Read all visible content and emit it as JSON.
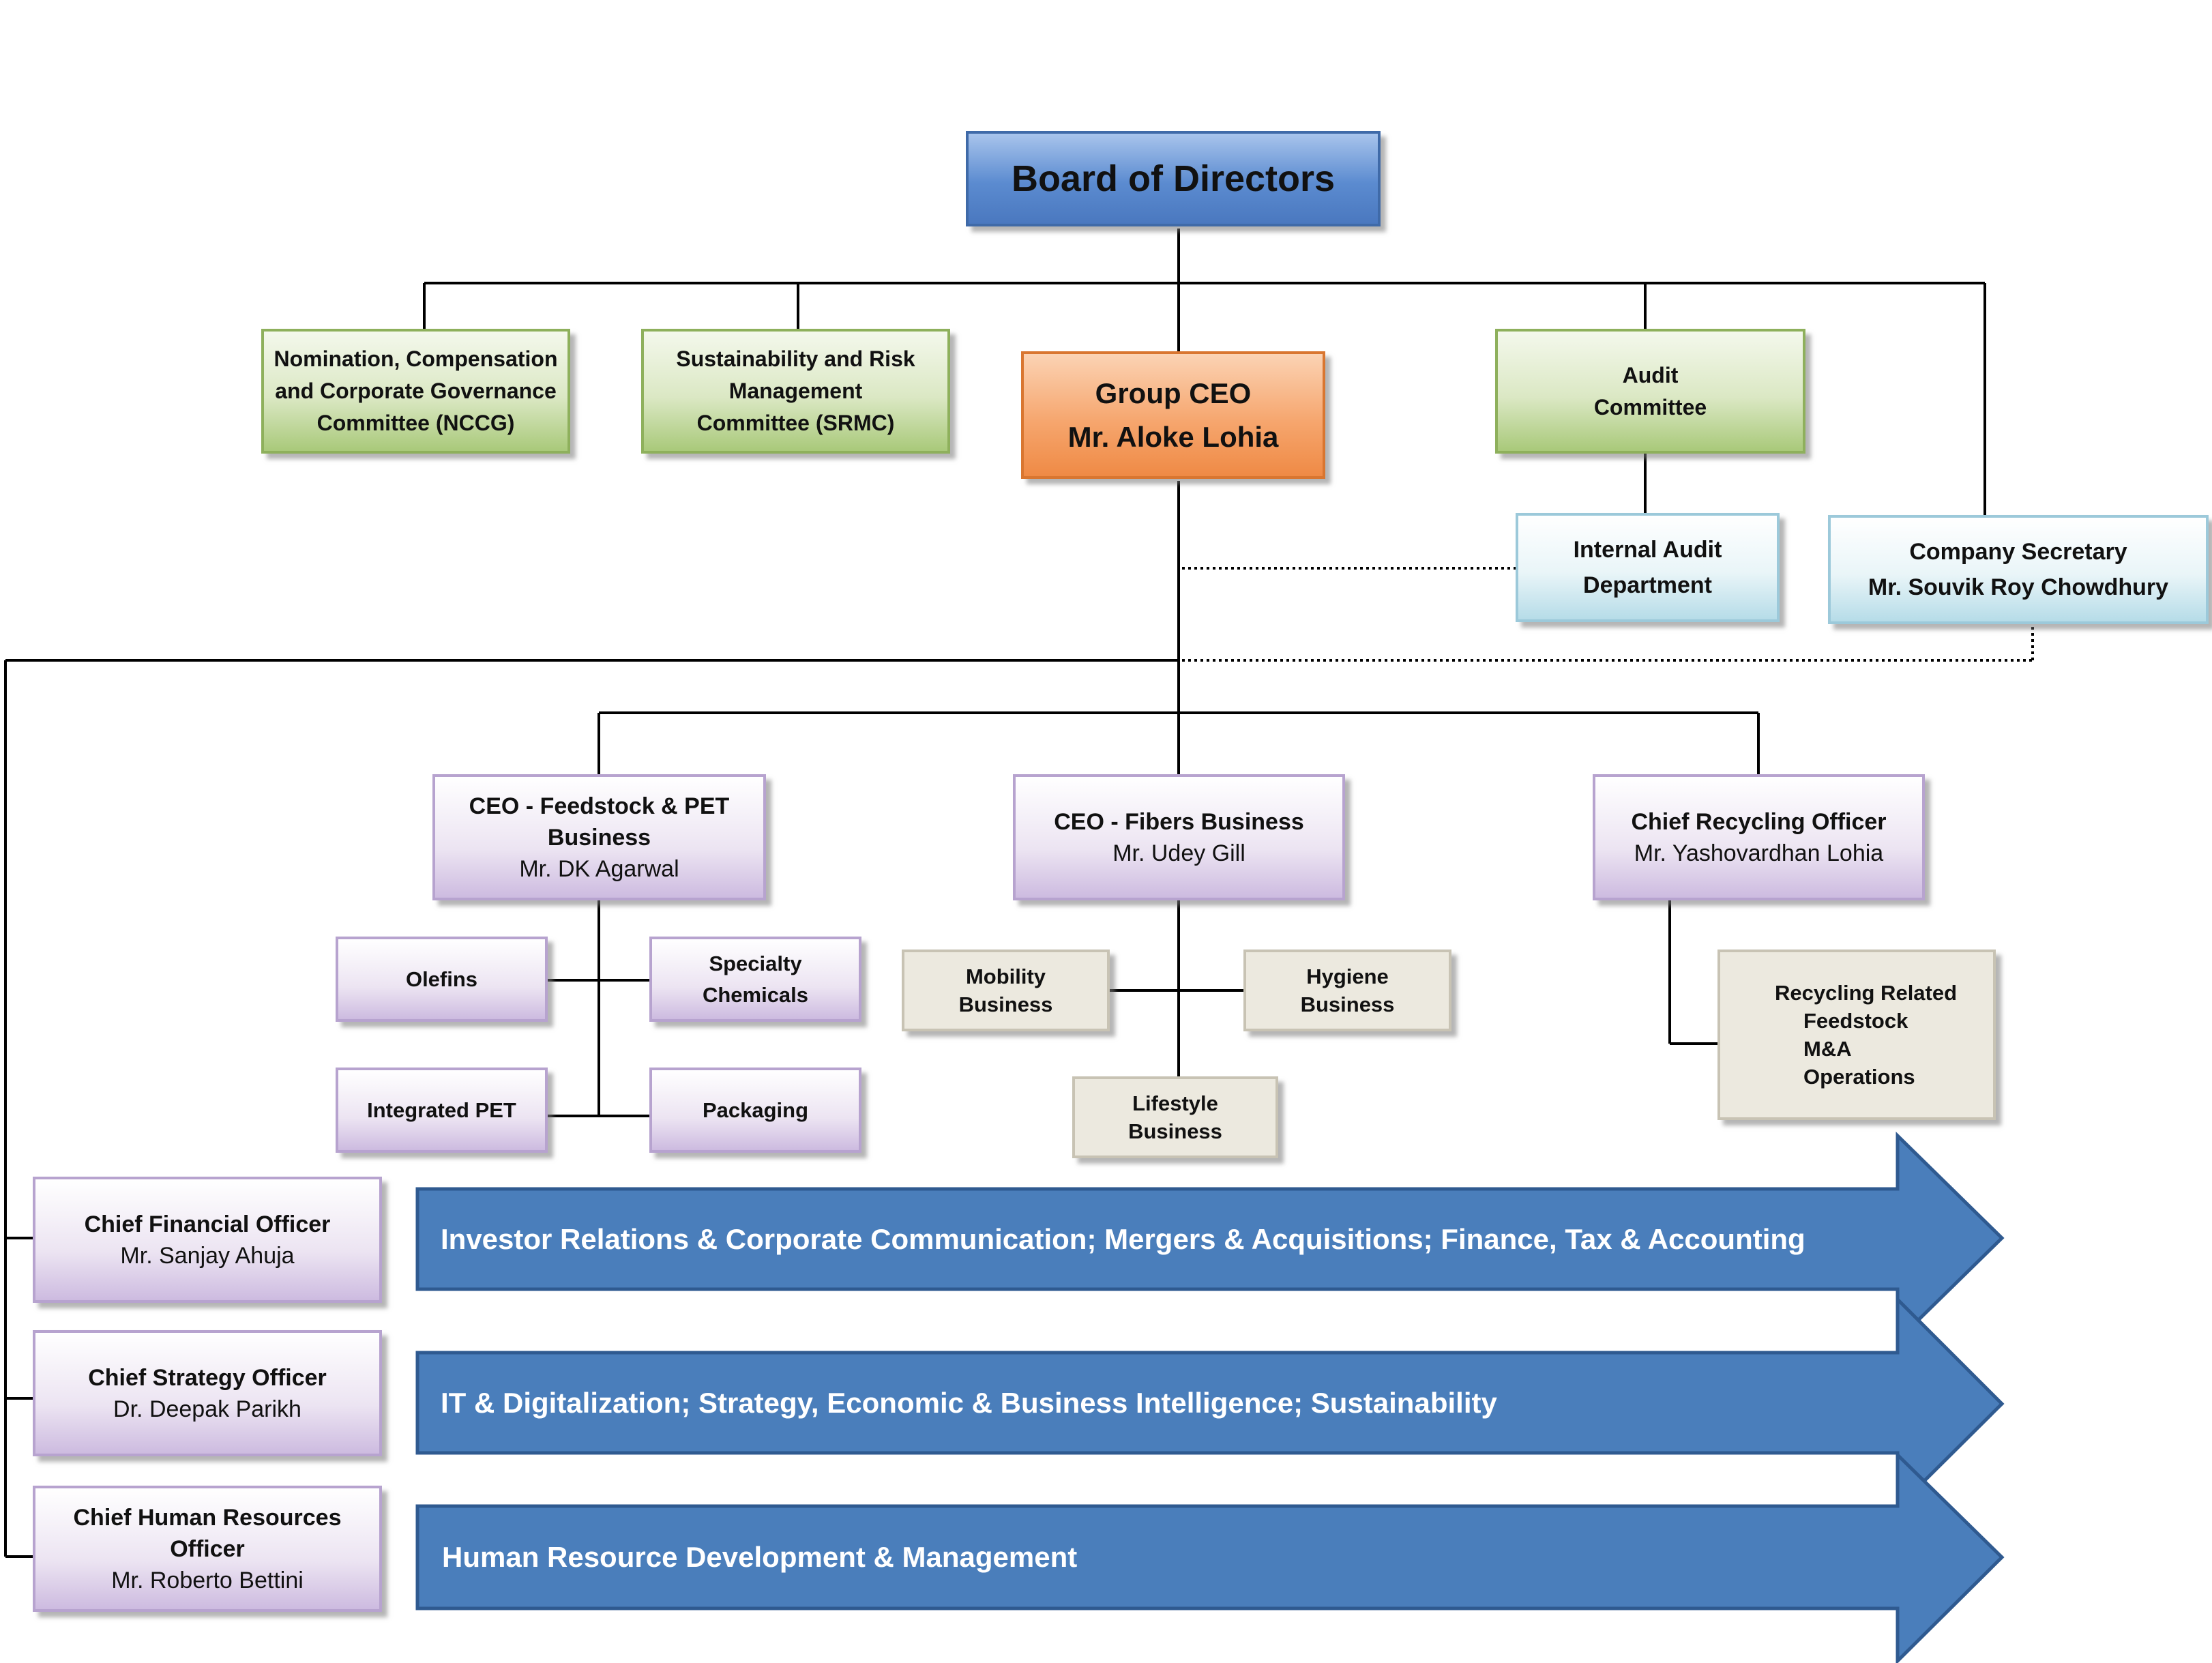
{
  "board": {
    "title": "Board of Directors"
  },
  "committees": {
    "nccg": [
      "Nomination, Compensation",
      "and Corporate Governance",
      "Committee (NCCG)"
    ],
    "srmc": [
      "Sustainability and Risk",
      "Management",
      "Committee (SRMC)"
    ],
    "audit": [
      "Audit",
      "Committee"
    ]
  },
  "group_ceo": {
    "title": "Group CEO",
    "name": "Mr. Aloke Lohia"
  },
  "internal_audit": [
    "Internal Audit",
    "Department"
  ],
  "company_secretary": {
    "title": "Company Secretary",
    "name": "Mr. Souvik Roy Chowdhury"
  },
  "business_heads": {
    "feedstock": {
      "title_line1": "CEO - Feedstock & PET",
      "title_line2": "Business",
      "name": "Mr. DK Agarwal"
    },
    "fibers": {
      "title": "CEO - Fibers Business",
      "name": "Mr. Udey Gill"
    },
    "recycling": {
      "title": "Chief Recycling Officer",
      "name": "Mr. Yashovardhan Lohia"
    }
  },
  "feedstock_units": {
    "olefins": "Olefins",
    "specialty": [
      "Specialty",
      "Chemicals"
    ],
    "integrated_pet": "Integrated PET",
    "packaging": "Packaging"
  },
  "fibers_units": {
    "mobility": [
      "Mobility",
      "Business"
    ],
    "hygiene": [
      "Hygiene",
      "Business"
    ],
    "lifestyle": [
      "Lifestyle",
      "Business"
    ]
  },
  "recycling_units": [
    "Recycling Related",
    "Feedstock",
    "M&A",
    "Operations"
  ],
  "functional_officers": {
    "cfo": {
      "title": "Chief Financial Officer",
      "name": "Mr. Sanjay Ahuja"
    },
    "cso": {
      "title": "Chief Strategy Officer",
      "name": "Dr. Deepak Parikh"
    },
    "chro": {
      "title_line1": "Chief Human Resources",
      "title_line2": "Officer",
      "name": "Mr. Roberto Bettini"
    }
  },
  "banners": [
    "Investor Relations & Corporate Communication; Mergers & Acquisitions; Finance, Tax & Accounting",
    "IT & Digitalization; Strategy, Economic & Business Intelligence; Sustainability",
    "Human Resource Development & Management"
  ],
  "colors": {
    "board": "#4f81bd",
    "committee_green": "#9bbb59",
    "ceo_orange": "#f79646",
    "cyan": "#b7dde8",
    "lavender": "#ccc0da",
    "beige": "#eeece1",
    "banner_blue": "#4f81bd"
  }
}
